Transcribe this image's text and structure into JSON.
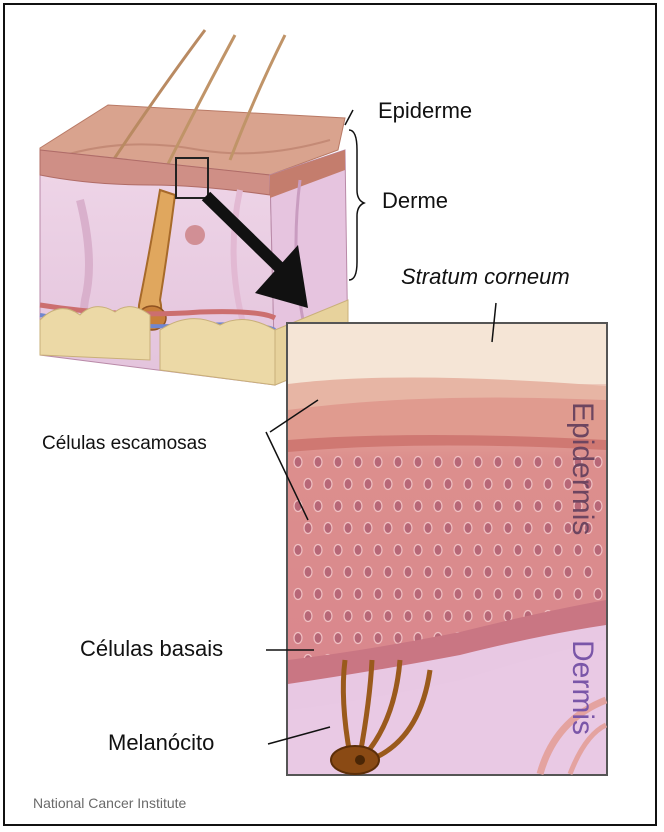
{
  "labels": {
    "epiderme": "Epiderme",
    "derme": "Derme",
    "stratum_corneum": "Stratum corneum",
    "celulas_escamosas": "Células escamosas",
    "celulas_basais": "Células basais",
    "melanocito": "Melanócito",
    "epidermis_vertical": "Epidermis",
    "dermis_vertical": "Dermis"
  },
  "credit": "National Cancer Institute",
  "colors": {
    "skin_top": "#dba48f",
    "epidermis_cells": "#d9868c",
    "dermis": "#e9c9e4",
    "fat": "#ecd9a6",
    "melanocyte": "#8a4a14"
  }
}
